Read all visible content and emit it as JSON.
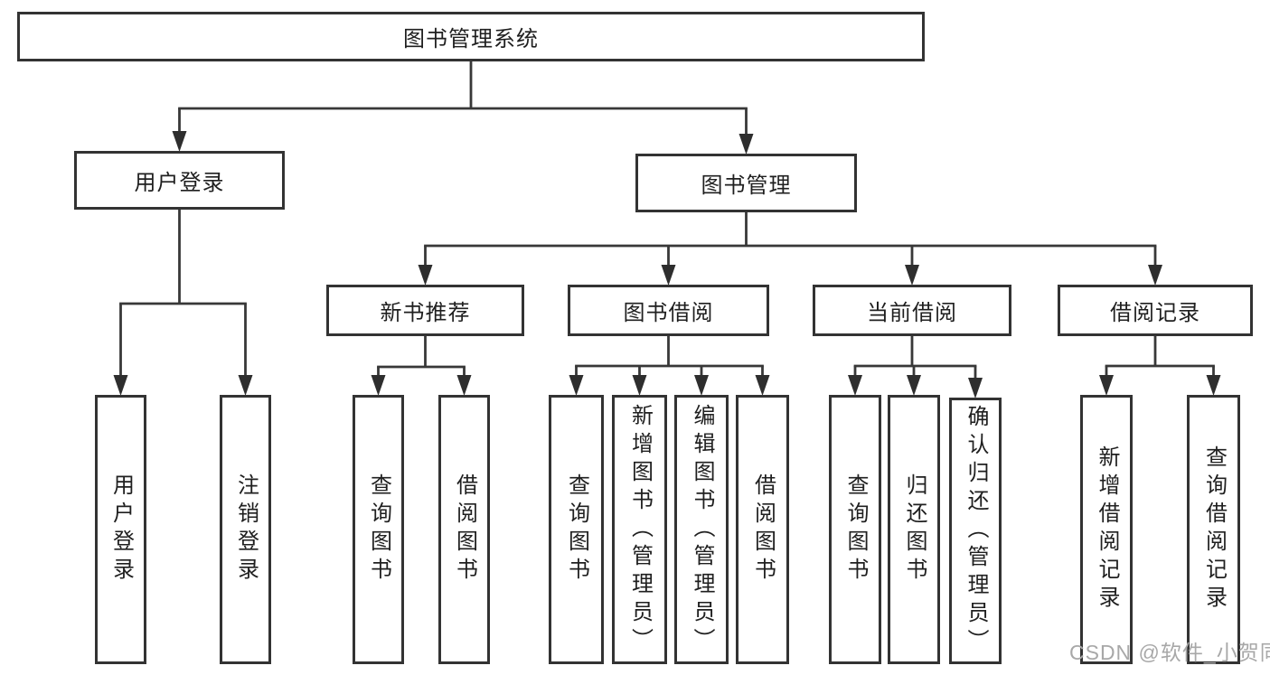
{
  "diagram": {
    "title": "图书管理系统",
    "watermark": "CSDN @软件_小贺同学",
    "colors": {
      "background": "#ffffff",
      "box_border": "#333333",
      "connector_line": "#383838",
      "arrowhead": "#2e2e2e",
      "text": "#1f1f1f",
      "watermark_text": "#a8a8a8"
    },
    "tree": {
      "id": "root",
      "label": "图书管理系统",
      "children": [
        {
          "id": "user-login",
          "label": "用户登录",
          "children": [
            {
              "id": "user-login-leaf",
              "label": "用户登录"
            },
            {
              "id": "logout-leaf",
              "label": "注销登录"
            }
          ]
        },
        {
          "id": "book-mgmt",
          "label": "图书管理",
          "children": [
            {
              "id": "new-book-rec",
              "label": "新书推荐",
              "children": [
                {
                  "id": "nbr-query-books",
                  "label": "查询图书"
                },
                {
                  "id": "nbr-borrow-books",
                  "label": "借阅图书"
                }
              ]
            },
            {
              "id": "book-borrow",
              "label": "图书借阅",
              "children": [
                {
                  "id": "bb-query-books",
                  "label": "查询图书"
                },
                {
                  "id": "bb-add-books",
                  "label": "新增图书（管理员）"
                },
                {
                  "id": "bb-edit-books",
                  "label": "编辑图书（管理员）"
                },
                {
                  "id": "bb-borrow-books",
                  "label": "借阅图书"
                }
              ]
            },
            {
              "id": "current-borrow",
              "label": "当前借阅",
              "children": [
                {
                  "id": "cb-query-books",
                  "label": "查询图书"
                },
                {
                  "id": "cb-return-books",
                  "label": "归还图书"
                },
                {
                  "id": "cb-confirm-return",
                  "label": "确认归还（管理员）"
                }
              ]
            },
            {
              "id": "borrow-records",
              "label": "借阅记录",
              "children": [
                {
                  "id": "br-add-record",
                  "label": "新增借阅记录"
                },
                {
                  "id": "br-query-record",
                  "label": "查询借阅记录"
                }
              ]
            }
          ]
        }
      ]
    }
  }
}
